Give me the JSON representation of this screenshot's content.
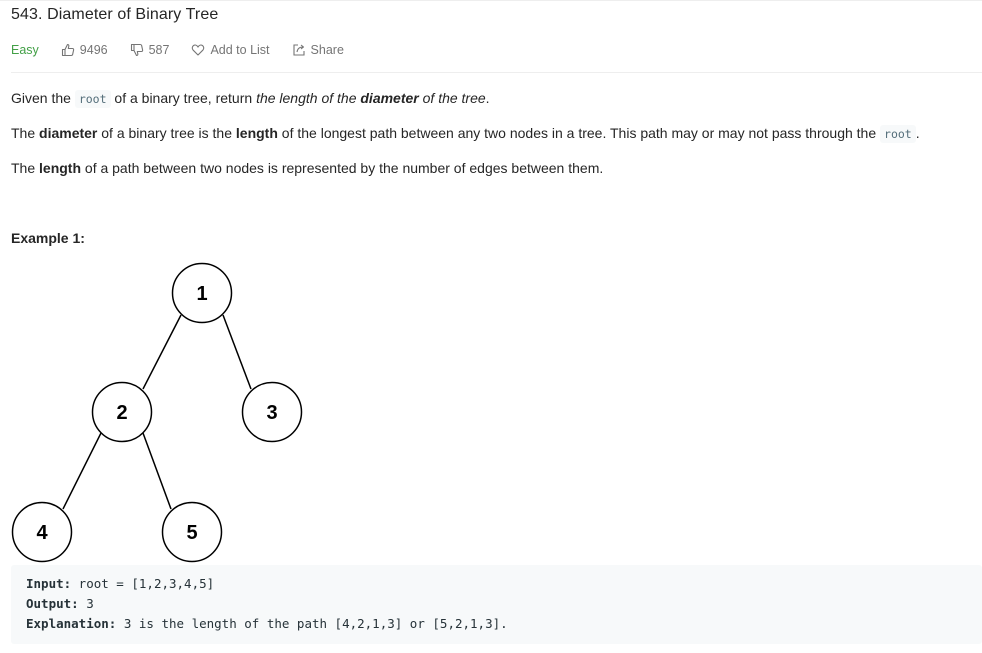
{
  "problem": {
    "title": "543. Diameter of Binary Tree",
    "difficulty": "Easy",
    "likes": "9496",
    "dislikes": "587",
    "add_to_list": "Add to List",
    "share": "Share"
  },
  "description": {
    "p1": {
      "t1": "Given the ",
      "code": "root",
      "t2": " of a binary tree, return ",
      "em1": "the length of the ",
      "em_bold": "diameter",
      "em2": " of the tree",
      "t3": "."
    },
    "p2": {
      "t1": "The ",
      "b1": "diameter",
      "t2": " of a binary tree is the ",
      "b2": "length",
      "t3": " of the longest path between any two nodes in a tree. This path may or may not pass through the ",
      "code": "root",
      "t4": "."
    },
    "p3": {
      "t1": "The ",
      "b1": "length",
      "t2": " of a path between two nodes is represented by the number of edges between them."
    }
  },
  "example": {
    "title": "Example 1:",
    "tree_nodes": [
      "1",
      "2",
      "3",
      "4",
      "5"
    ],
    "input_label": "Input:",
    "input_value": " root = [1,2,3,4,5]",
    "output_label": "Output:",
    "output_value": " 3",
    "explanation_label": "Explanation:",
    "explanation_value": " 3 is the length of the path [4,2,1,3] or [5,2,1,3]."
  },
  "colors": {
    "easy": "#43a047",
    "meta_text": "#757575",
    "code_bg": "#f7f9fa"
  }
}
